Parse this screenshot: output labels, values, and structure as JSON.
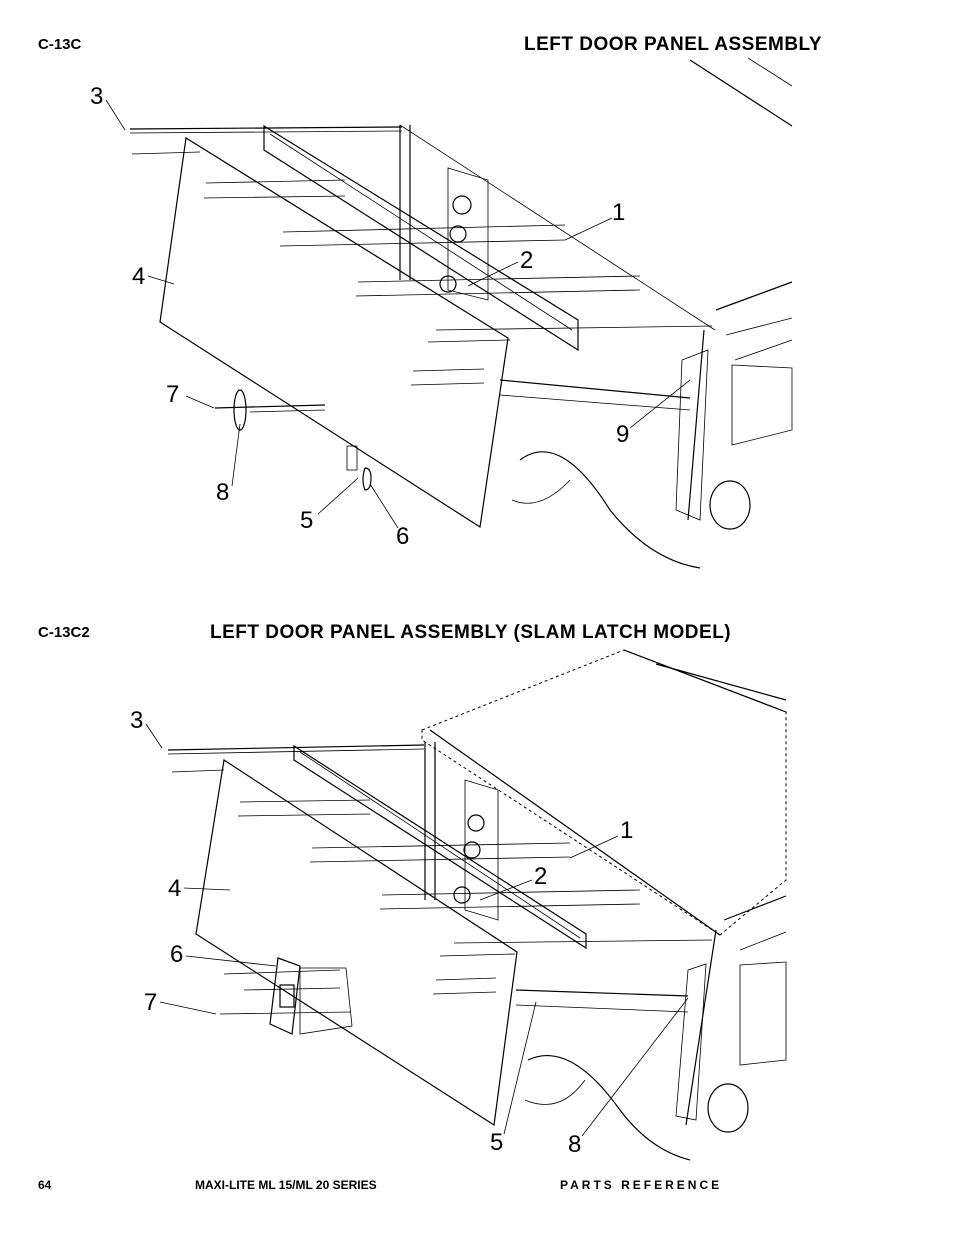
{
  "sections": [
    {
      "code": "C-13C",
      "title": "LEFT  DOOR PANEL ASSEMBLY",
      "callouts": [
        "1",
        "2",
        "3",
        "4",
        "5",
        "6",
        "7",
        "8",
        "9"
      ]
    },
    {
      "code": "C-13C2",
      "title": "LEFT DOOR PANEL ASSEMBLY (SLAM LATCH MODEL)",
      "callouts": [
        "1",
        "2",
        "3",
        "4",
        "5",
        "6",
        "7",
        "8"
      ]
    }
  ],
  "footer": {
    "page_number": "64",
    "series": "MAXI-LITE ML 15/ML 20 SERIES",
    "reference": "PARTS REFERENCE"
  }
}
